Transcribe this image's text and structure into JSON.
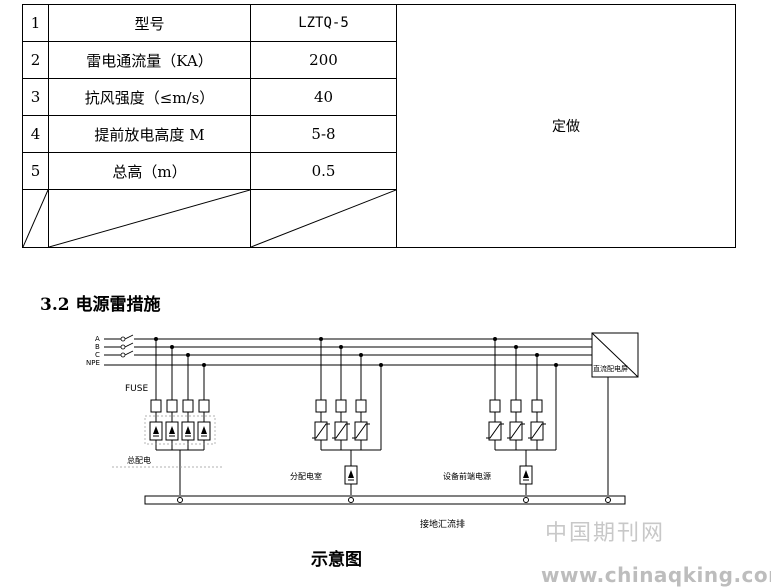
{
  "table": {
    "rows": [
      {
        "num": "1",
        "name": "型号",
        "value": "LZTQ-5"
      },
      {
        "num": "2",
        "name": "雷电通流量（KA）",
        "value": "200"
      },
      {
        "num": "3",
        "name": "抗风强度（≤m/s）",
        "value": "40"
      },
      {
        "num": "4",
        "name": "提前放电高度 M",
        "value": "5-8"
      },
      {
        "num": "5",
        "name": "总高（m）",
        "value": "0.5"
      }
    ],
    "merged_note": "定做"
  },
  "section_heading": "3.2 电源雷措施",
  "diagram": {
    "line_labels": [
      "A",
      "B",
      "C",
      "NPE"
    ],
    "fuse_label": "FUSE",
    "main_panel_label": "总配电",
    "sub_panel_label": "分配电室",
    "equipment_label": "设备前端电源",
    "dc_panel_label": "直流配电屏",
    "ground_bar_label": "接地汇流排"
  },
  "caption": "示意图",
  "watermark": {
    "brand": "中国期刊网",
    "url": "www.chinaqking.com"
  }
}
